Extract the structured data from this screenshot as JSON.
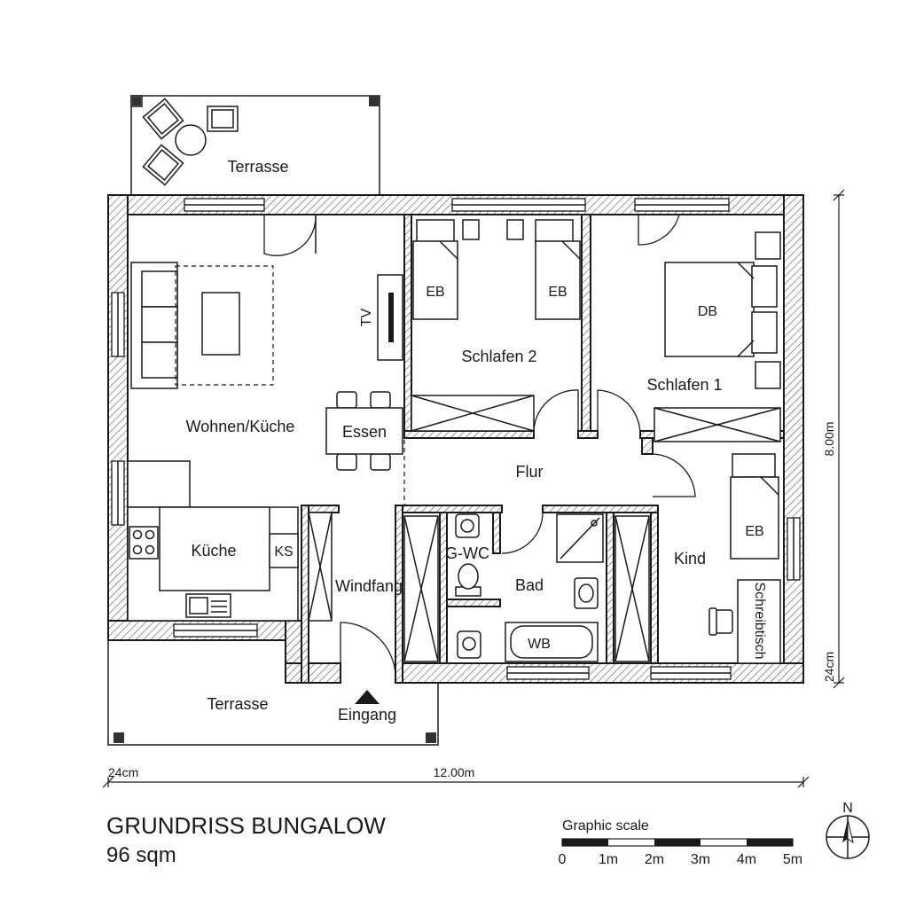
{
  "rooms": {
    "terrace_top": "Terrasse",
    "living": "Wohnen/Küche",
    "dining": "Essen",
    "tv": "TV",
    "kitchen": "Küche",
    "fridge": "KS",
    "vestibule": "Windfang",
    "bedroom2": "Schlafen 2",
    "bed_single_a": "EB",
    "bed_single_b": "EB",
    "bedroom1": "Schlafen 1",
    "bed_double": "DB",
    "hall": "Flur",
    "guest_wc": "G-WC",
    "bath": "Bad",
    "bathtub": "WB",
    "child": "Kind",
    "bed_child": "EB",
    "desk": "Schreibtisch",
    "terrace_bottom": "Terrasse",
    "entrance": "Eingang"
  },
  "dimensions": {
    "wall_left": "24cm",
    "width_total": "12.00m",
    "height_total": "8.00m",
    "wall_bottom": "24cm"
  },
  "title_block": {
    "title": "GRUNDRISS BUNGALOW",
    "area": "96 sqm"
  },
  "scale": {
    "label": "Graphic scale",
    "ticks": [
      "0",
      "1m",
      "2m",
      "3m",
      "4m",
      "5m"
    ]
  },
  "north": "N"
}
